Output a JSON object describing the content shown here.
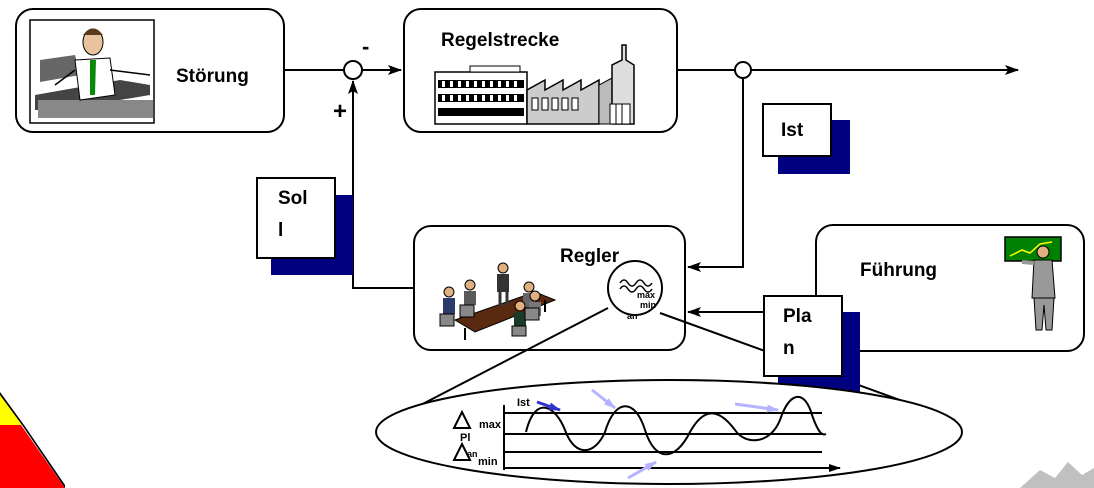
{
  "diagram": {
    "stoerung": {
      "label": "Störung"
    },
    "regelstrecke": {
      "label": "Regelstrecke"
    },
    "regler": {
      "label": "Regler"
    },
    "fuehrung": {
      "label": "Führung"
    },
    "ist_card": {
      "label": "Ist"
    },
    "soll_card": {
      "line1": "Sol",
      "line2": "l"
    },
    "plan_card": {
      "line1": "Pla",
      "line2": "n"
    },
    "sign_minus": "-",
    "sign_plus": "+",
    "lens": {
      "line1": "max",
      "line2": "min",
      "line3": "an"
    },
    "detail": {
      "ist_label": "Ist",
      "max_label": "max",
      "min_label": "min",
      "plan_label": "Pl",
      "plan_label2": "an"
    }
  },
  "colors": {
    "shadow": "#000080",
    "arrow_light": "#b3b3ff",
    "arrow_dark": "#3333cc",
    "slide": "#008000",
    "triangle_red": "#ff0000",
    "triangle_yellow": "#ffff00"
  }
}
